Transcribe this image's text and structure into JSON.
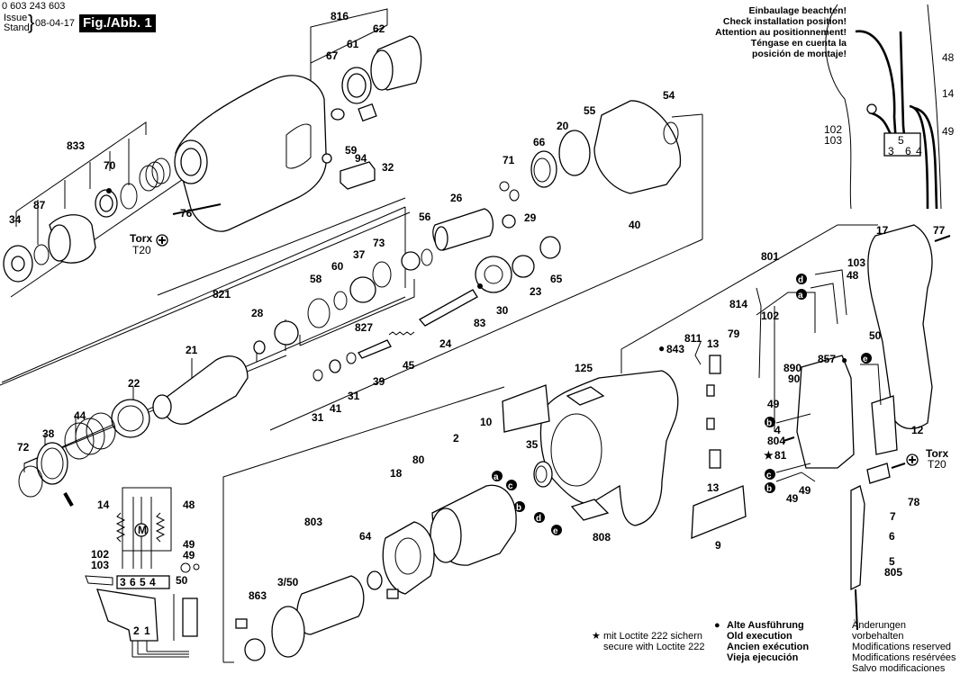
{
  "header": {
    "part_number": "0 603 243 603",
    "issue_label": "Issue",
    "stand_label": "Stand",
    "issue_date": "08-04-17",
    "figure_label": "Fig./Abb. 1"
  },
  "installation_note": {
    "lines": [
      "Einbaulage beachten!",
      "Check installation position!",
      "Attention au positionnement!",
      "Téngase en cuenta la",
      "posición de montaje!"
    ]
  },
  "inset_labels": {
    "l48": "48",
    "l14": "14",
    "l102": "102",
    "l103": "103",
    "l49": "49",
    "t3": "3",
    "t5": "5",
    "t6": "6",
    "t4": "4"
  },
  "wiring_schematic": {
    "labels": {
      "l14": "14",
      "l48": "48",
      "l49a": "49",
      "l49b": "49",
      "l102": "102",
      "l103": "103",
      "l50": "50",
      "motor": "M",
      "t3": "3",
      "t6": "6",
      "t5": "5",
      "t4": "4",
      "s2": "2",
      "s1": "1"
    }
  },
  "torx": [
    {
      "name": "Torx",
      "size": "T20"
    },
    {
      "name": "Torx",
      "size": "T20"
    }
  ],
  "part_labels": {
    "p816": "816",
    "p62": "62",
    "p61": "61",
    "p67": "67",
    "p833": "833",
    "p70": "70",
    "p59": "59",
    "p94": "94",
    "p32": "32",
    "p34": "34",
    "p87": "87",
    "p76": "76",
    "p54": "54",
    "p55": "55",
    "p20": "20",
    "p66": "66",
    "p71": "71",
    "p26": "26",
    "p29": "29",
    "p40": "40",
    "p56": "56",
    "p73": "73",
    "p37": "37",
    "p60": "60",
    "p58": "58",
    "p821": "821",
    "p28": "28",
    "p827": "827",
    "p21": "21",
    "p22": "22",
    "p44": "44",
    "p38": "38",
    "p72": "72",
    "p23": "23",
    "p65": "65",
    "p30": "30",
    "p83": "83",
    "p24": "24",
    "p45": "45",
    "p39": "39",
    "p31a": "31",
    "p41": "41",
    "p31b": "31",
    "p17": "17",
    "p77": "77",
    "p801": "801",
    "p103": "103",
    "p48": "48",
    "p814": "814",
    "p102": "102",
    "p811": "811",
    "p79": "79",
    "p13a": "13",
    "p13b": "13",
    "p843": "843",
    "p125": "125",
    "p10": "10",
    "p890": "890",
    "p90": "90",
    "p857": "857",
    "p50": "50",
    "p49a": "49",
    "p4": "4",
    "p804": "804",
    "p81": "81",
    "p12": "12",
    "p49b": "49",
    "p49c": "49",
    "p78": "78",
    "p7": "7",
    "p6": "6",
    "p5": "5",
    "p805": "805",
    "p9": "9",
    "p808": "808",
    "p2": "2",
    "p35": "35",
    "p80": "80",
    "p18": "18",
    "p803": "803",
    "p64": "64",
    "p350": "3/50",
    "p863": "863"
  },
  "wire_markers": [
    "a",
    "b",
    "c",
    "d",
    "e"
  ],
  "legend": {
    "loctite": [
      "mit Loctite 222 sichern",
      "secure with Loctite 222"
    ],
    "old_execution": [
      "Alte Ausführung",
      "Old execution",
      "Ancien exécution",
      "Vieja ejecución"
    ],
    "modifications": [
      "Änderungen vorbehalten",
      "Modifications reserved",
      "Modifications resérvées",
      "Salvo modificaciones"
    ]
  },
  "symbols": {
    "star": "★",
    "bullet": "●"
  }
}
